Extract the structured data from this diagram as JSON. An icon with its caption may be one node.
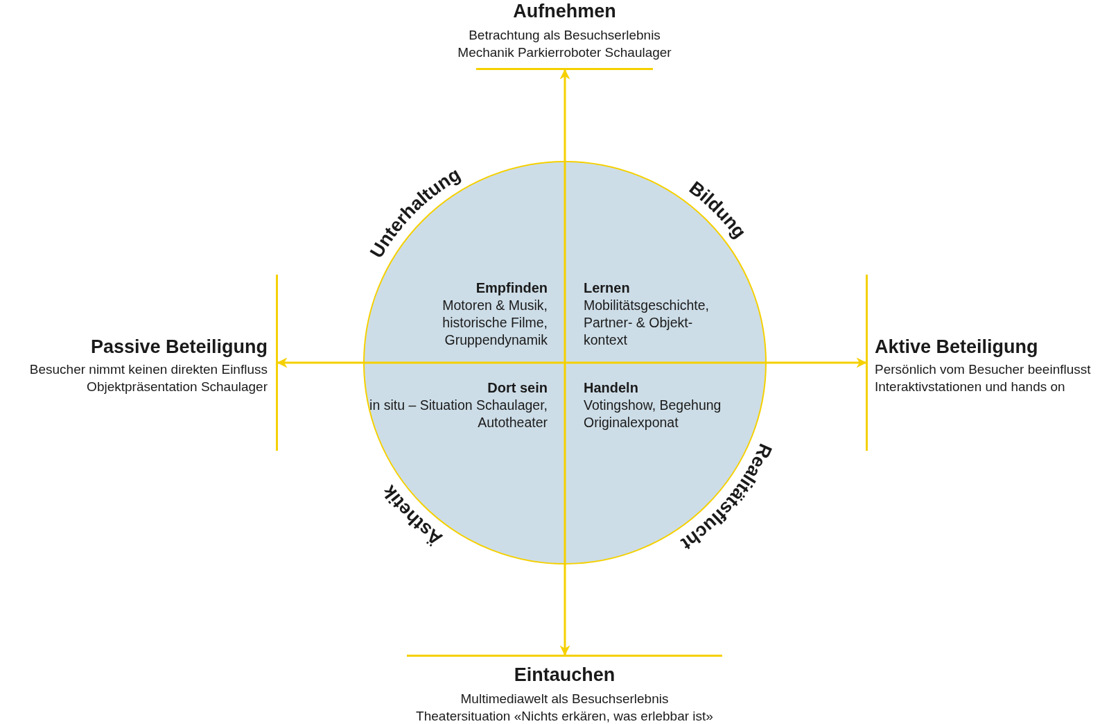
{
  "diagram": {
    "nodes": [
      {
        "text": [
          "Aufnehmen",
          "Betrachtung als Besuchserlebnis",
          "Mechanik Parkierroboter Schaulager"
        ]
      },
      {
        "text": [
          "Passive Beteiligung",
          "Besucher nimmt keinen direkten Einfluss",
          "Objektpräsentation Schaulager"
        ]
      },
      {
        "text": [
          "Aktive Beteiligung",
          "Persönlich vom Besucher beeinflusst",
          "Interaktivstationen und hands on"
        ]
      },
      {
        "text": [
          "Eintauchen",
          "Multimediawelt als Besuchserlebnis",
          "Theatersituation «Nichts erkären, was erlebbar ist»"
        ]
      },
      {
        "text": [],
        "shape": "circle"
      },
      {
        "text": [
          "Empfinden",
          "Motoren & Musik, historische Filme, Gruppendynamik"
        ],
        "in": 4
      },
      {
        "text": [
          "Lernen",
          "Mobilitätsgeschichte, Partner- & Objekt- kontext"
        ],
        "in": 4
      },
      {
        "text": [
          "Dort sein",
          "in situ – Situation Schaulager, Autotheater"
        ],
        "in": 4
      },
      {
        "text": [
          "Handeln",
          "Votingshow, Begehung Originalexponat"
        ],
        "in": 4
      }
    ],
    "edges": [
      {
        "from": 0,
        "to": 3,
        "arrow": "both"
      },
      {
        "from": 1,
        "to": 2,
        "arrow": "both"
      }
    ],
    "labels": [
      "Unterhaltung",
      "Bildung",
      "Realitätsflucht",
      "Ästhetik"
    ]
  }
}
